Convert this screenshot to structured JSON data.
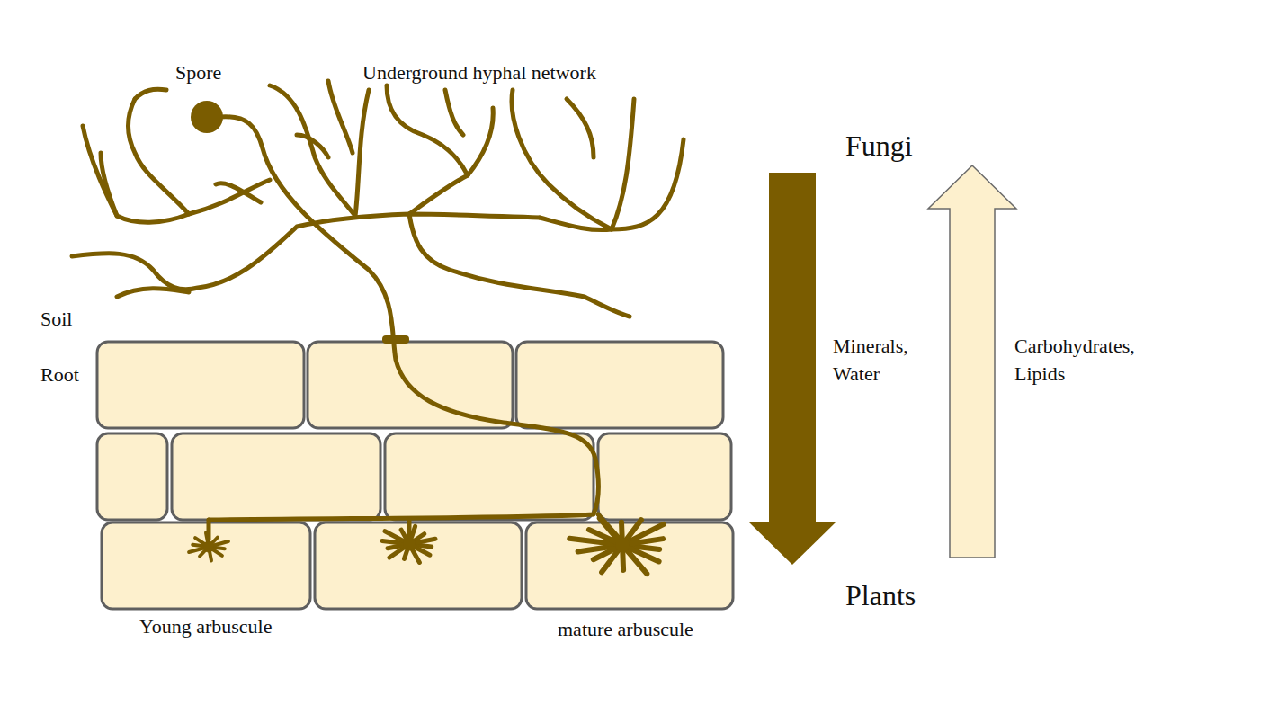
{
  "diagram": {
    "labels": [
      "Spore",
      "Underground hyphal network",
      "Fungi",
      "Minerals, Water",
      "Carbohydrates, Lipids",
      "Plants",
      "Soil",
      "Root",
      "Young arbuscule",
      "mature arbuscule"
    ]
  }
}
